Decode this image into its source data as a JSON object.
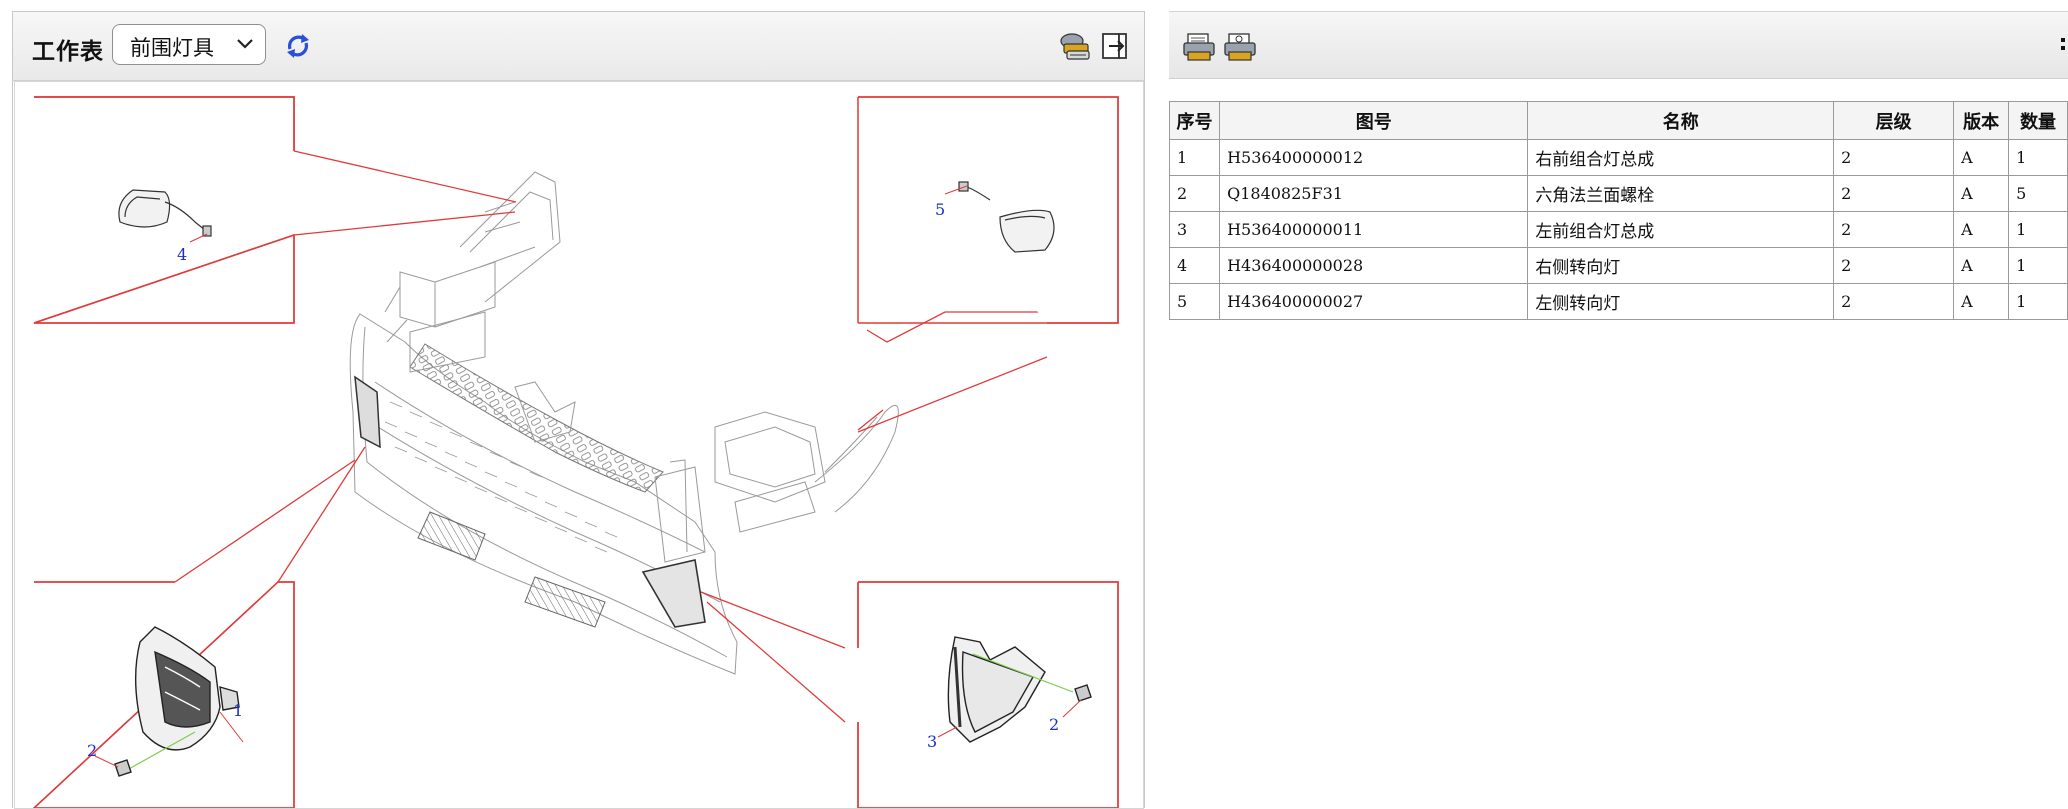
{
  "worksheet": {
    "label": "工作表",
    "selected": "前围灯具"
  },
  "toolbar_icons": {
    "refresh": "refresh-icon",
    "layers": "layers-icon",
    "exit": "exit-icon",
    "print": "print-icon",
    "print_preview": "print-preview-icon"
  },
  "callouts": {
    "top_left": [
      "4"
    ],
    "top_right": [
      "5"
    ],
    "bottom_left": [
      "1",
      "2"
    ],
    "bottom_right": [
      "2",
      "3"
    ]
  },
  "table": {
    "headers": [
      "序号",
      "图号",
      "名称",
      "层级",
      "版本",
      "数量"
    ],
    "rows": [
      [
        "1",
        "H536400000012",
        "右前组合灯总成",
        "2",
        "A",
        "1"
      ],
      [
        "2",
        "Q1840825F31",
        "六角法兰面螺栓",
        "2",
        "A",
        "5"
      ],
      [
        "3",
        "H536400000011",
        "左前组合灯总成",
        "2",
        "A",
        "1"
      ],
      [
        "4",
        "H436400000028",
        "右侧转向灯",
        "2",
        "A",
        "1"
      ],
      [
        "5",
        "H436400000027",
        "左侧转向灯",
        "2",
        "A",
        "1"
      ]
    ]
  },
  "colors": {
    "callout_frame": "#e03a3a",
    "callout_number": "#1a2fc0",
    "refresh_icon": "#2a4fd8"
  }
}
